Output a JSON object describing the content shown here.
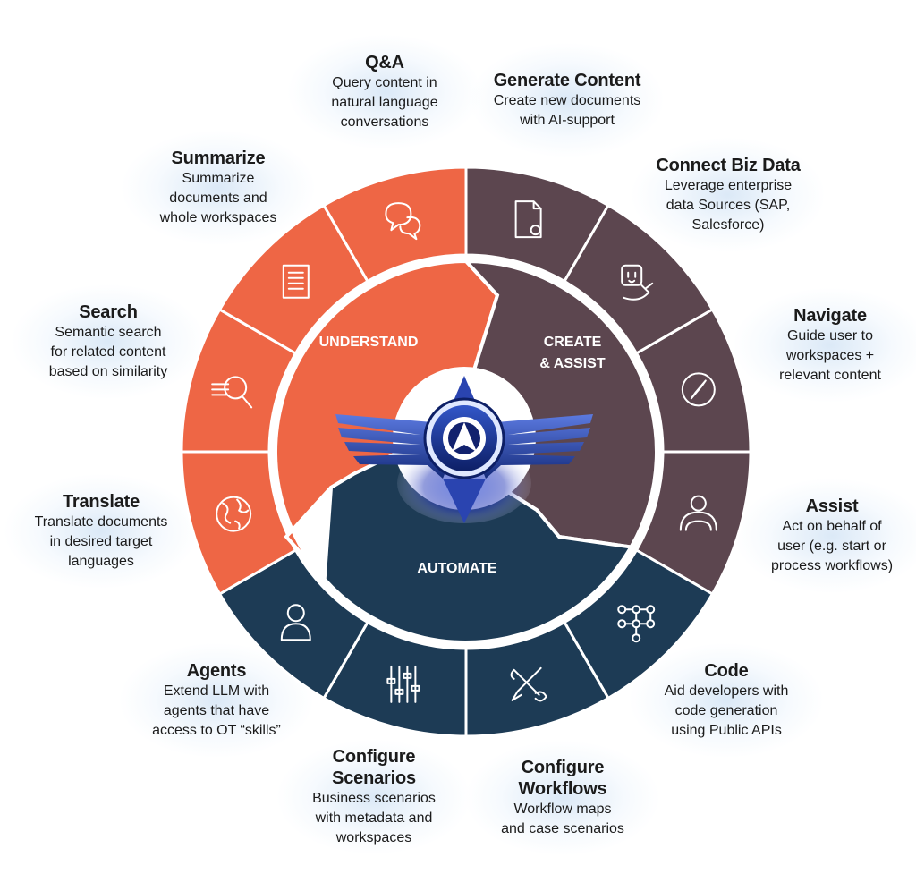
{
  "colors": {
    "understand": "#ee6645",
    "create": "#5c464f",
    "automate": "#1d3b55",
    "divider": "#ffffff"
  },
  "segments": {
    "understand": "UNDERSTAND",
    "create": "CREATE\n& ASSIST",
    "automate": "AUTOMATE"
  },
  "items": [
    {
      "key": "qa",
      "title": "Q&A",
      "desc": "Query content in\nnatural language\nconversations",
      "icon": "chat-bubbles-icon"
    },
    {
      "key": "generate",
      "title": "Generate Content",
      "desc": "Create new documents\nwith AI-support",
      "icon": "document-gear-icon"
    },
    {
      "key": "connect",
      "title": "Connect Biz Data",
      "desc": "Leverage enterprise\ndata Sources (SAP,\nSalesforce)",
      "icon": "plug-socket-icon"
    },
    {
      "key": "navigate",
      "title": "Navigate",
      "desc": "Guide user to\nworkspaces +\nrelevant content",
      "icon": "compass-icon"
    },
    {
      "key": "assist",
      "title": "Assist",
      "desc": "Act on behalf of\nuser (e.g. start or\nprocess workflows)",
      "icon": "user-steering-icon"
    },
    {
      "key": "code",
      "title": "Code",
      "desc": "Aid developers with\ncode generation\nusing Public APIs",
      "icon": "network-nodes-icon"
    },
    {
      "key": "workflows",
      "title": "Configure\nWorkflows",
      "desc": "Workflow maps\nand case scenarios",
      "icon": "wrench-screwdriver-icon"
    },
    {
      "key": "scenarios",
      "title": "Configure\nScenarios",
      "desc": "Business scenarios\nwith metadata and\nworkspaces",
      "icon": "sliders-icon"
    },
    {
      "key": "agents",
      "title": "Agents",
      "desc": "Extend LLM with\nagents that have\naccess to OT “skills”",
      "icon": "user-icon"
    },
    {
      "key": "translate",
      "title": "Translate",
      "desc": "Translate documents\nin desired target\nlanguages",
      "icon": "globe-icon"
    },
    {
      "key": "search",
      "title": "Search",
      "desc": "Semantic search\nfor related content\nbased on similarity",
      "icon": "magnifier-lines-icon"
    },
    {
      "key": "summarize",
      "title": "Summarize",
      "desc": "Summarize\ndocuments and\nwhole workspaces",
      "icon": "document-lines-icon"
    }
  ]
}
